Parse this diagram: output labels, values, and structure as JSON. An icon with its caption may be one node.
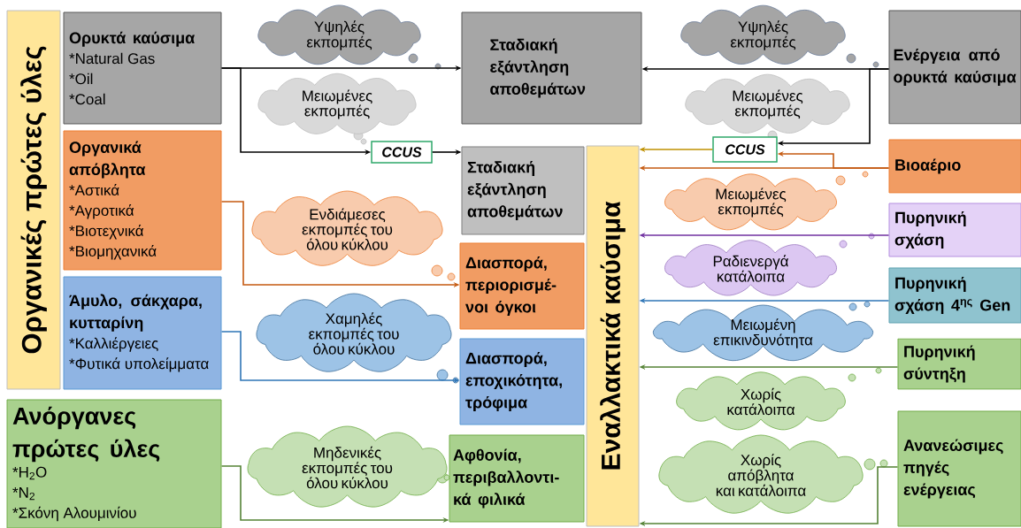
{
  "diagram": {
    "nodes": [
      {
        "text": [
          "Οργανικές πρώτες ύλες"
        ]
      },
      {
        "text": [
          "Ορυκτά καύσιμα",
          "*Natural Gas",
          "*Oil",
          "*Coal"
        ]
      },
      {
        "text": [
          "Οργανικά απόβλητα",
          "*Αστικά",
          "*Αγροτικά",
          "*Βιοτεχνικά",
          "*Βιομηχανικά"
        ]
      },
      {
        "text": [
          "Άμυλο, σάκχαρα, κυτταρίνη",
          "*Καλλιέργειες",
          "*Φυτικά υπολείμματα"
        ]
      },
      {
        "text": [
          "Ανόργανες πρώτες ύλες",
          "*H$_{2}$O",
          "*N$_{2}$",
          "*Σκόνη Αλουμινίου"
        ]
      },
      {
        "text": [
          "Υψηλές εκπομπές"
        ]
      },
      {
        "text": [
          "Μειωμένες εκπομπές"
        ]
      },
      {
        "text": [
          "CCUS"
        ]
      },
      {
        "text": [
          "Σταδιακή εξάντληση αποθεμάτων"
        ]
      },
      {
        "text": [
          "Σταδιακή εξάντληση αποθεμάτων"
        ]
      },
      {
        "text": [
          "Ενδιάμεσες εκπομπές του όλου κύκλου"
        ]
      },
      {
        "text": [
          "Διασπορά, περιορισμέ- νοι όγκοι"
        ]
      },
      {
        "text": [
          "Χαμηλές εκπομπές του όλου κύκλου"
        ]
      },
      {
        "text": [
          "Διασπορά, εποχικότητα, τρόφιμα"
        ]
      },
      {
        "text": [
          "Μηδενικές εκπομπές του όλου κύκλου"
        ]
      },
      {
        "text": [
          "Αφθονία, περιβαλλοντι- κά φιλικά"
        ]
      },
      {
        "text": [
          "Εναλλακτικά καύσιμα"
        ]
      },
      {
        "text": [
          "Υψηλές εκπομπές"
        ]
      },
      {
        "text": [
          "Ενέργεια από ορυκτά καύσιμα"
        ]
      },
      {
        "text": [
          "Μειωμένες εκπομπές"
        ]
      },
      {
        "text": [
          "CCUS"
        ]
      },
      {
        "text": [
          "Βιοαέριο"
        ]
      },
      {
        "text": [
          "Μειωμένες εκπομπές"
        ]
      },
      {
        "text": [
          "Πυρηνική σχάση"
        ]
      },
      {
        "text": [
          "Ραδιενεργά κατάλοιπα"
        ]
      },
      {
        "text": [
          "Πυρηνική σχάση 4$^{ης}$ Gen"
        ]
      },
      {
        "text": [
          "Μειωμένη επικινδυνότητα"
        ]
      },
      {
        "text": [
          "Πυρηνική σύντηξη"
        ]
      },
      {
        "text": [
          "Χωρίς κατάλοιπα"
        ]
      },
      {
        "text": [
          "Ανανεώσιμες πηγές ενέργειας"
        ]
      },
      {
        "text": [
          "Χωρίς απόβλητα και κατάλοιπα"
        ]
      }
    ],
    "edges": [
      {
        "from": 1,
        "to": 8,
        "arrow": "to"
      },
      {
        "from": 1,
        "to": 7,
        "arrow": "to"
      },
      {
        "from": 7,
        "to": 9,
        "arrow": "to"
      },
      {
        "from": 2,
        "to": 11,
        "arrow": "to",
        "color": "#c55a11"
      },
      {
        "from": 3,
        "to": 13,
        "arrow": "to",
        "color": "#2e75b6"
      },
      {
        "from": 4,
        "to": 15,
        "arrow": "to",
        "color": "#548235"
      },
      {
        "from": 18,
        "to": 8,
        "arrow": "to"
      },
      {
        "from": 18,
        "to": 20,
        "arrow": "to"
      },
      {
        "from": 20,
        "to": 16,
        "arrow": "to",
        "color": "#bf9000"
      },
      {
        "from": 21,
        "to": 16,
        "arrow": "to",
        "color": "#c55a11"
      },
      {
        "from": 21,
        "to": 20,
        "arrow": "to",
        "color": "#c55a11"
      },
      {
        "from": 23,
        "to": 16,
        "arrow": "to",
        "color": "#7030a0"
      },
      {
        "from": 25,
        "to": 16,
        "arrow": "to",
        "color": "#2e75b6"
      },
      {
        "from": 27,
        "to": 16,
        "arrow": "to",
        "color": "#548235"
      },
      {
        "from": 29,
        "to": 16,
        "arrow": "to",
        "color": "#548235"
      }
    ]
  }
}
